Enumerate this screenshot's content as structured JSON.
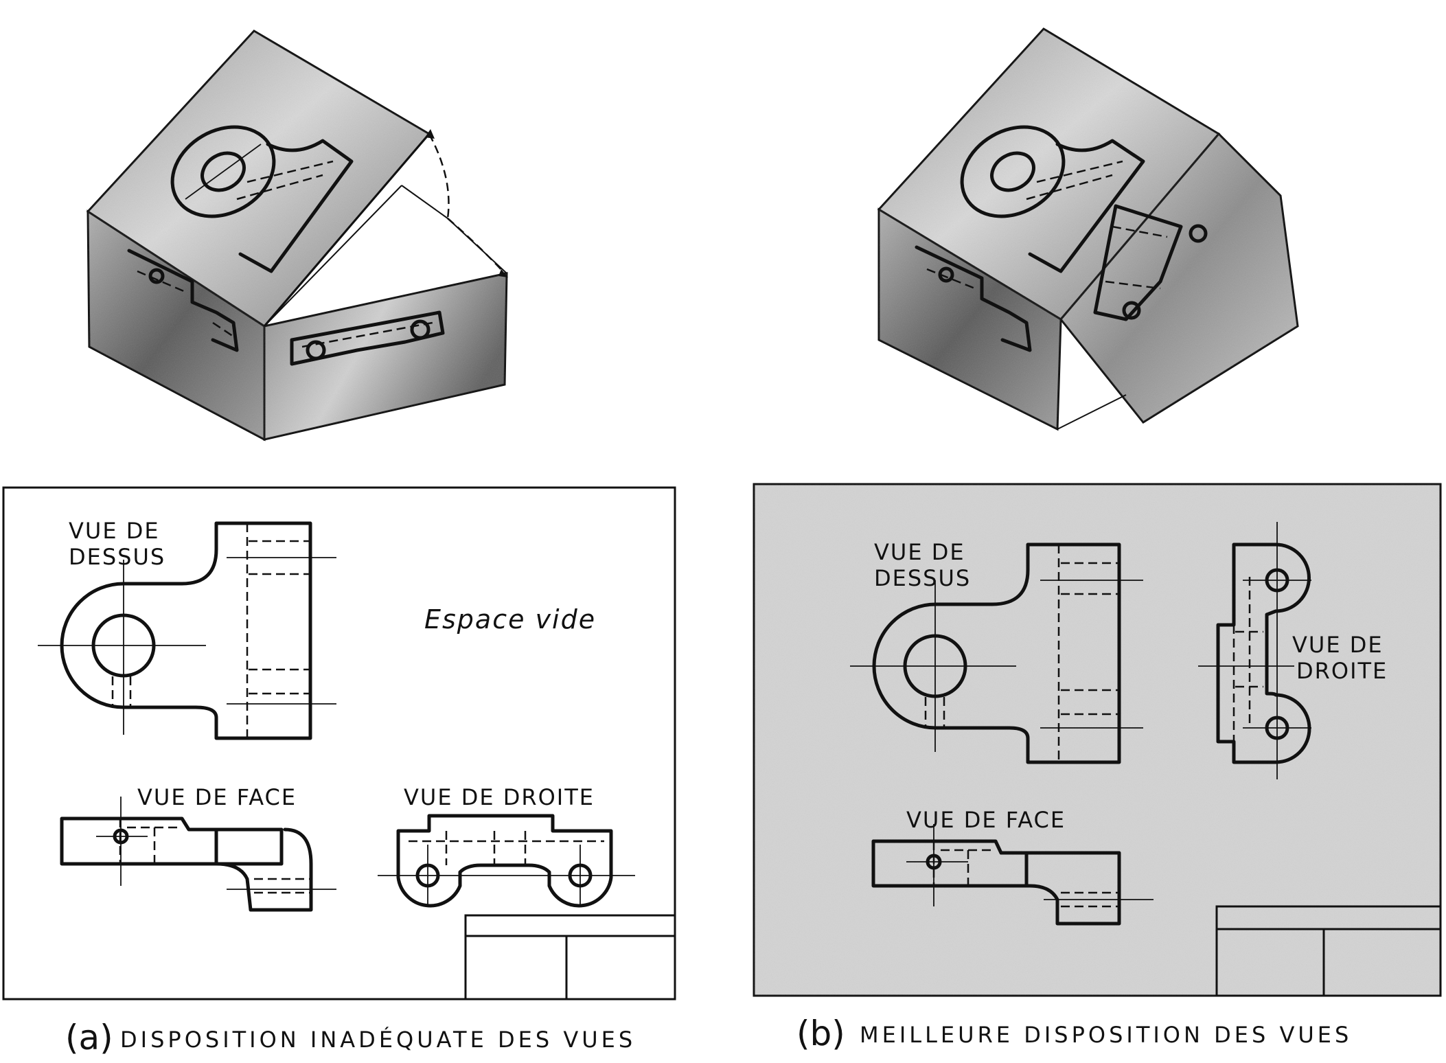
{
  "figure_a": {
    "label_top_view": [
      "VUE DE",
      "DESSUS"
    ],
    "label_front_view": "VUE DE FACE",
    "label_right_view": "VUE DE DROITE",
    "label_empty_space": "Espace vide",
    "caption_letter": "(a)",
    "caption_text": "DISPOSITION INADÉQUATE DES VUES"
  },
  "figure_b": {
    "label_top_view": [
      "VUE DE",
      "DESSUS"
    ],
    "label_front_view": "VUE DE FACE",
    "label_right_view": [
      "VUE DE",
      "DROITE"
    ],
    "caption_letter": "(b)",
    "caption_text": "MEILLEURE DISPOSITION DES VUES"
  },
  "colors": {
    "ink": "#111111",
    "panel_b_fill": "#d3d3d3",
    "box_face_light": "#c4c4c4",
    "box_face_dark": "#6a6a6a"
  }
}
